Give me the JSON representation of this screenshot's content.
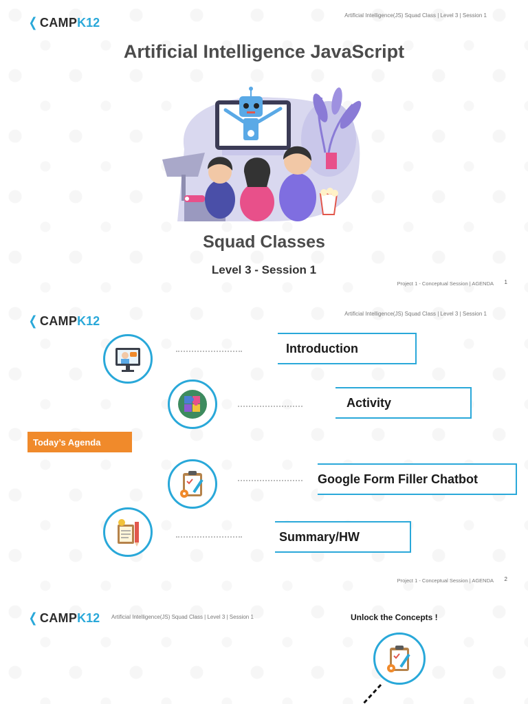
{
  "brand": {
    "camp": "CAMP",
    "k12": "K12"
  },
  "slide1": {
    "header": "Artificial Intelligence(JS) Squad Class | Level 3 | Session 1",
    "title": "Artificial Intelligence JavaScript",
    "subtitle": "Squad Classes",
    "level": "Level 3  - Session 1",
    "footer": "Project 1 - Conceptual Session | AGENDA",
    "page": "1"
  },
  "slide2": {
    "header": "Artificial Intelligence(JS) Squad Class | Level 3 | Session 1",
    "agenda_label": "Today’s Agenda",
    "items": [
      {
        "label": "Introduction",
        "icon": "teacher-screen-icon"
      },
      {
        "label": "Activity",
        "icon": "puzzle-globe-icon"
      },
      {
        "label": "Google Form Filler Chatbot",
        "icon": "clipboard-gear-icon"
      },
      {
        "label": "Summary/HW",
        "icon": "book-pencil-icon"
      }
    ],
    "footer": "Project 1 - Conceptual Session | AGENDA",
    "page": "2"
  },
  "slide3": {
    "header": "Artificial Intelligence(JS) Squad Class | Level 3 | Session 1",
    "heading": "Unlock the Concepts !"
  },
  "colors": {
    "accent": "#29a8d9",
    "agenda_badge": "#f08a2b"
  }
}
